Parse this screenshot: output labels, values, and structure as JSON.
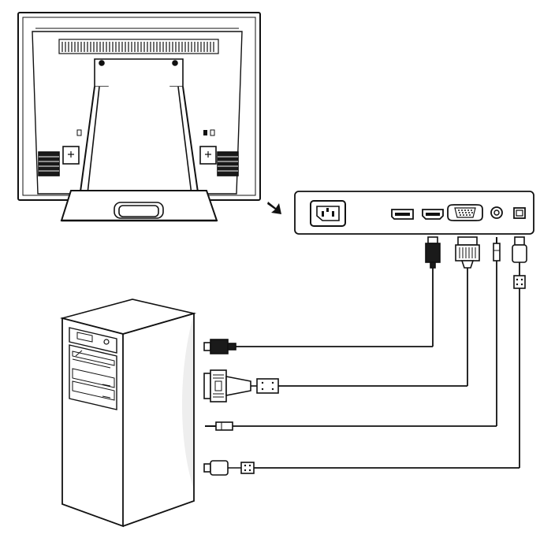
{
  "diagram": {
    "kind": "monitor-to-pc connection diagram",
    "colors": {
      "stroke": "#111111",
      "fill": "#ffffff",
      "dark": "#1a1a1a",
      "shade": "#eeeeee"
    },
    "components": [
      {
        "id": "monitor",
        "icon": "touch-monitor-rear-icon"
      },
      {
        "id": "arrow",
        "icon": "arrow-right-icon"
      },
      {
        "id": "io-panel",
        "icon": "connector-panel-icon"
      },
      {
        "id": "pc",
        "icon": "pc-tower-icon"
      }
    ],
    "panel_ports": [
      {
        "id": "power",
        "icon": "ac-power-inlet-icon"
      },
      {
        "id": "displayport",
        "icon": "displayport-icon"
      },
      {
        "id": "hdmi",
        "icon": "hdmi-port-icon"
      },
      {
        "id": "vga",
        "icon": "vga-port-icon"
      },
      {
        "id": "audio",
        "icon": "audio-jack-icon"
      },
      {
        "id": "usb",
        "icon": "usb-b-port-icon"
      }
    ],
    "cables": [
      {
        "id": "hdmi-cable",
        "from": "hdmi",
        "to": "pc"
      },
      {
        "id": "vga-cable",
        "from": "vga",
        "to": "pc"
      },
      {
        "id": "audio-cable",
        "from": "audio",
        "to": "pc"
      },
      {
        "id": "usb-cable",
        "from": "usb",
        "to": "pc"
      }
    ]
  }
}
